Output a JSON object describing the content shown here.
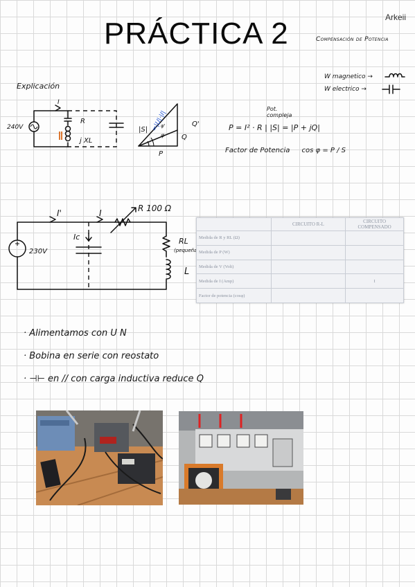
{
  "header": {
    "author": "Arkeii",
    "title": "PRÁCTICA 2",
    "subtitle": "Compensación de Potencia"
  },
  "legend": {
    "magnetic": "W magnetico →",
    "electric": "W electrico →"
  },
  "section_title": "Explicación",
  "circuit1": {
    "source": "240V",
    "current": "I",
    "resistor": "R",
    "reactance": "j XL"
  },
  "triangle": {
    "s": "|S|",
    "hyp_note": "=|U|·|I|",
    "q_prime": "Q'",
    "q": "Q",
    "p": "P",
    "phi": "φ",
    "phi_prime": "φ'"
  },
  "formulas": {
    "pot_label": "Pot.",
    "compleja_label": "compleja",
    "power": "P = I² · R | |S| = |P + jQ|",
    "factor": "Factor de Potencia",
    "factor_eq": "cos φ = P / S"
  },
  "circuit2": {
    "source": "230V",
    "i_prime": "I'",
    "i": "I",
    "rheostat": "R 100 Ω",
    "ic": "Ic",
    "rl": "RL",
    "rl_note": "(pequeña)",
    "l": "L"
  },
  "table": {
    "headers": [
      "",
      "CIRCUITO R-L",
      "CIRCUITO COMPENSADO"
    ],
    "rows": [
      [
        "Medida de R y RL (Ω)",
        "",
        ""
      ],
      [
        "Medida de P (W)",
        "",
        ""
      ],
      [
        "Medida de V (Volt)",
        "",
        ""
      ],
      [
        "Medida de I (Amp)",
        "",
        "I"
      ],
      [
        "Factor de potencia (cosφ)",
        "",
        ""
      ]
    ]
  },
  "bullets": [
    "· Alimentamos con U N",
    "· Bobina en serie con reostato",
    "· ⊣⊢ en // con carga inductiva reduce Q"
  ]
}
